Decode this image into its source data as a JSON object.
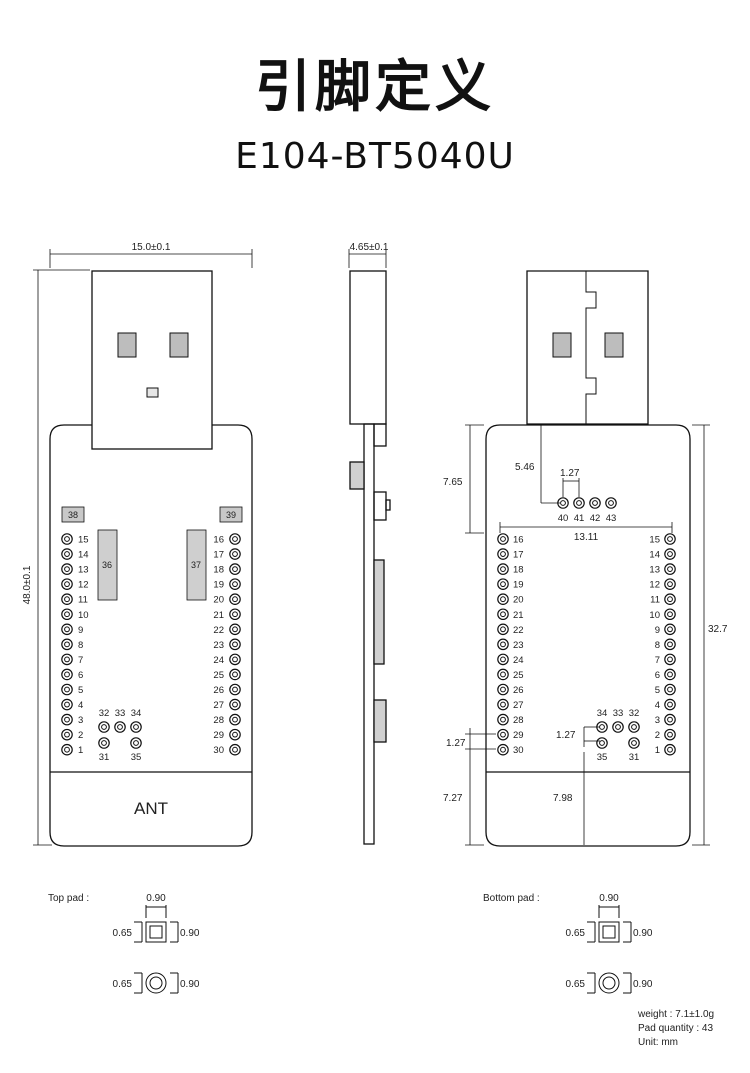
{
  "title": "引脚定义",
  "model": "E104-BT5040U",
  "top_view": {
    "width_dim": "15.0±0.1",
    "height_dim": "48.0±0.1",
    "marker_left": "38",
    "marker_right": "39",
    "pad_block_left": "36",
    "pad_block_right": "37",
    "left_pins": [
      "15",
      "14",
      "13",
      "12",
      "11",
      "10",
      "9",
      "8",
      "7",
      "6",
      "5",
      "4",
      "3",
      "2",
      "1"
    ],
    "right_pins": [
      "16",
      "17",
      "18",
      "19",
      "20",
      "21",
      "22",
      "23",
      "24",
      "25",
      "26",
      "27",
      "28",
      "29",
      "30"
    ],
    "inner_top": [
      "32",
      "33",
      "34"
    ],
    "inner_bottom": [
      "31",
      "35"
    ],
    "antenna": "ANT"
  },
  "side_view": {
    "thickness_dim": "4.65±0.1"
  },
  "bottom_view": {
    "left_pins": [
      "16",
      "17",
      "18",
      "19",
      "20",
      "21",
      "22",
      "23",
      "24",
      "25",
      "26",
      "27",
      "28",
      "29",
      "30"
    ],
    "right_pins": [
      "15",
      "14",
      "13",
      "12",
      "11",
      "10",
      "9",
      "8",
      "7",
      "6",
      "5",
      "4",
      "3",
      "2",
      "1"
    ],
    "inner_top": [
      "34",
      "33",
      "32"
    ],
    "inner_bottom": [
      "35",
      "31"
    ],
    "top_pads": [
      "40",
      "41",
      "42",
      "43"
    ],
    "dims": {
      "a": "7.65",
      "b": "5.46",
      "c": "1.27",
      "d": "13.11",
      "e": "32.7",
      "f": "1.27",
      "g": "1.27",
      "h": "7.27",
      "i": "7.98"
    }
  },
  "top_pad": {
    "label": "Top pad :",
    "w": "0.90",
    "l": "0.65",
    "r": "0.90",
    "l2": "0.65",
    "r2": "0.90"
  },
  "bottom_pad": {
    "label": "Bottom pad :",
    "w": "0.90",
    "l": "0.65",
    "r": "0.90",
    "l2": "0.65",
    "r2": "0.90"
  },
  "notes": {
    "weight": "weight : 7.1±1.0g",
    "pad_quantity": "Pad quantity : 43",
    "unit": "Unit:  mm"
  }
}
